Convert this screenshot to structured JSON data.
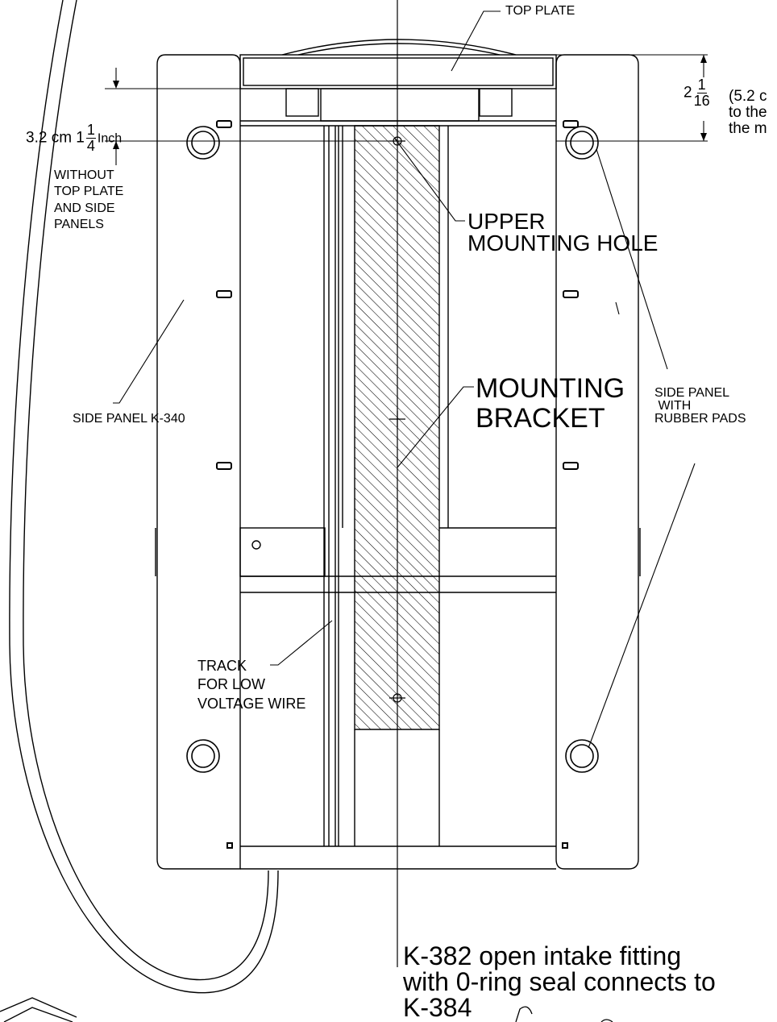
{
  "labels": {
    "top_plate": "TOP PLATE",
    "dim_left_prefix": "3.2 cm 1",
    "dim_left_frac_num": "1",
    "dim_left_frac_den": "4",
    "dim_left_suffix": "Inch",
    "without_top_plate": "WITHOUT\nTOP PLATE\nAND SIDE\nPANELS",
    "dim_right_whole": "2",
    "dim_right_frac_num": "1",
    "dim_right_frac_den": "16",
    "dim_right_text": "(5.2 c\nto the\nthe m",
    "upper_mounting_hole": "UPPER\nMOUNTING HOLE",
    "mounting_bracket": "MOUNTING\nBRACKET",
    "side_panel_left": "SIDE PANEL K-340",
    "side_panel_right": "SIDE PANEL\n WITH\nRUBBER PADS",
    "track_wire": "TRACK\nFOR LOW\nVOLTAGE WIRE",
    "intake_fitting": "K-382 open intake fitting\nwith 0-ring seal connects to\nK-384"
  },
  "colors": {
    "line": "#000000",
    "background": "#ffffff",
    "hatch": "#000000"
  }
}
